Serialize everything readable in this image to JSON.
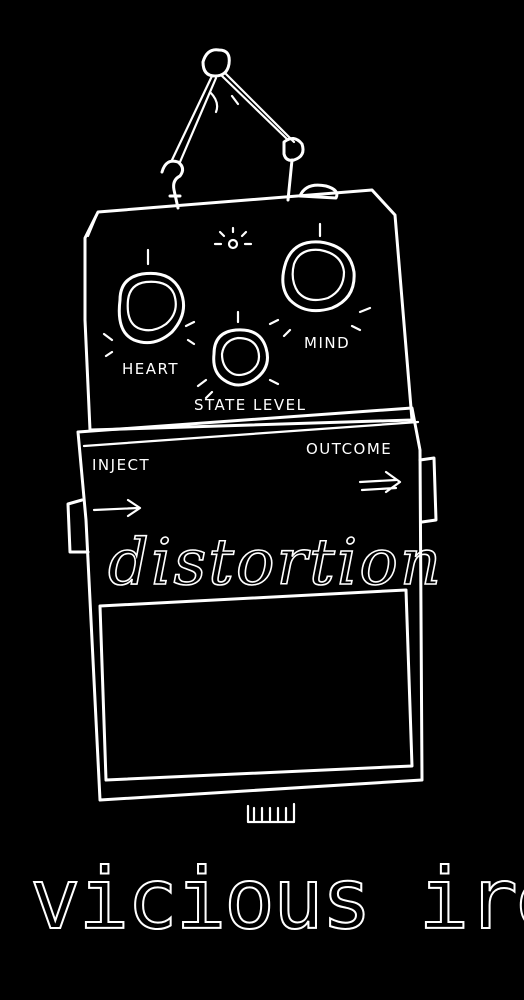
{
  "pedal": {
    "knobs": {
      "left": "HEART",
      "center": "STATE LEVEL",
      "right": "MIND"
    },
    "input_label": "INJECT",
    "output_label": "OUTCOME",
    "effect_name": "distortion"
  },
  "band_name": "vicious irene",
  "colors": {
    "background": "#000000",
    "ink": "#ffffff"
  },
  "icons": [
    "arrow-right-icon",
    "led-light-icon",
    "knob-icon",
    "screw-hook-icon"
  ]
}
